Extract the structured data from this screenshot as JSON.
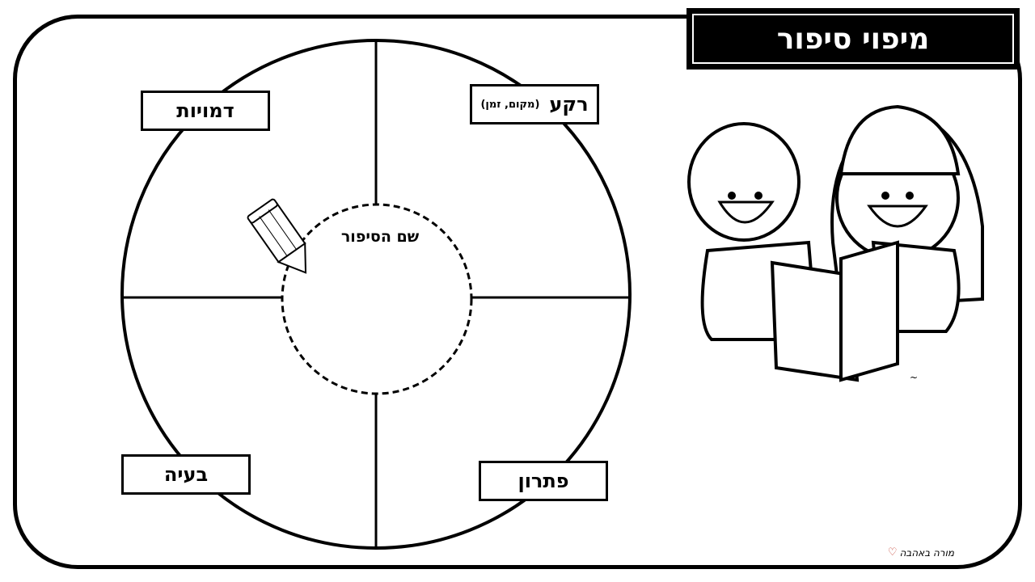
{
  "title": "מיפוי סיפור",
  "center": {
    "label": "שם הסיפור"
  },
  "sections": {
    "characters": "דמויות",
    "setting": "רקע",
    "setting_hint": "(מקום, זמן)",
    "problem": "בעיה",
    "solution": "פתרון"
  },
  "signature": "מורה באהבה",
  "illustration_signature": "~"
}
